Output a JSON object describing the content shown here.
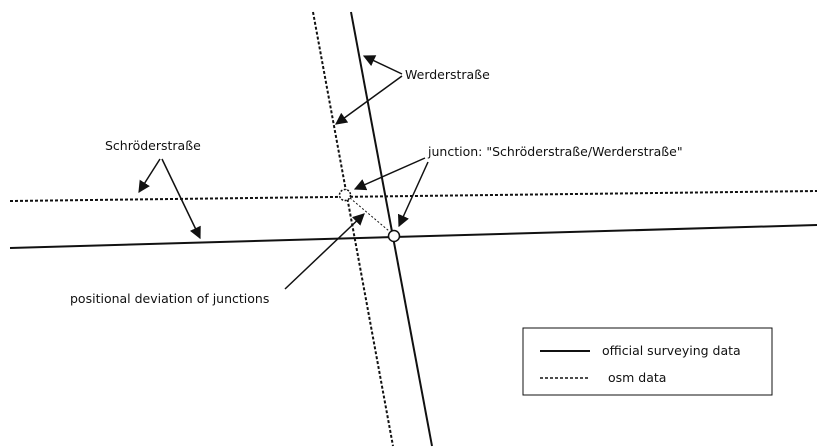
{
  "labels": {
    "werderstrasse": "Werderstraße",
    "schroederstrasse": "Schröderstraße",
    "junction": "junction: \"Schröderstraße/Werderstraße\"",
    "deviation": "positional deviation of junctions"
  },
  "legend": {
    "official": "official surveying data",
    "osm": "osm data"
  },
  "colors": {
    "line": "#111111",
    "background": "#ffffff"
  }
}
